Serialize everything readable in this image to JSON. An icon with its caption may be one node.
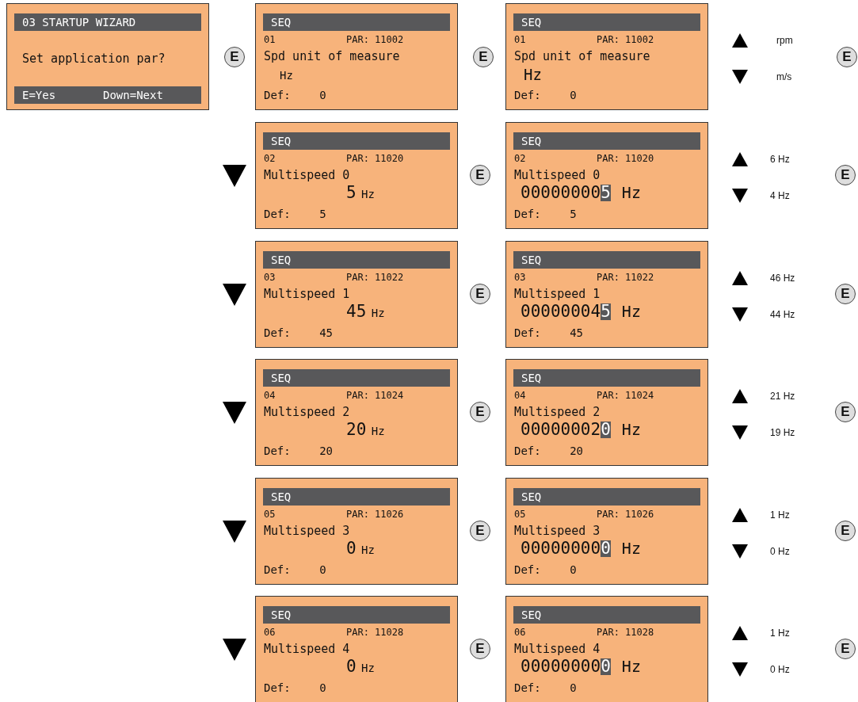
{
  "diagram": {
    "nodes": [
      {
        "text": [
          "03 STARTUP WIZARD",
          "Set application par?",
          "E=Yes",
          "Down=Next"
        ]
      },
      {
        "text": [
          "SEQ",
          "01",
          "PAR: 11002",
          "Spd unit of measure",
          "Hz",
          "Def: 0"
        ]
      },
      {
        "text": [
          "SEQ",
          "01",
          "PAR: 11002",
          "Spd unit of measure",
          "Hz",
          "Def: 0"
        ]
      },
      {
        "text": [
          "SEQ",
          "02",
          "PAR: 11020",
          "Multispeed 0",
          "5 Hz",
          "Def: 5"
        ]
      },
      {
        "text": [
          "SEQ",
          "02",
          "PAR: 11020",
          "Multispeed 0",
          "000000005 Hz",
          "Def: 5"
        ]
      },
      {
        "text": [
          "SEQ",
          "03",
          "PAR: 11022",
          "Multispeed 1",
          "45 Hz",
          "Def: 45"
        ]
      },
      {
        "text": [
          "SEQ",
          "03",
          "PAR: 11022",
          "Multispeed 1",
          "000000045 Hz",
          "Def: 45"
        ]
      },
      {
        "text": [
          "SEQ",
          "04",
          "PAR: 11024",
          "Multispeed 2",
          "20 Hz",
          "Def: 20"
        ]
      },
      {
        "text": [
          "SEQ",
          "04",
          "PAR: 11024",
          "Multispeed 2",
          "000000020 Hz",
          "Def: 20"
        ]
      },
      {
        "text": [
          "SEQ",
          "05",
          "PAR: 11026",
          "Multispeed 3",
          "0 Hz",
          "Def: 0"
        ]
      },
      {
        "text": [
          "SEQ",
          "05",
          "PAR: 11026",
          "Multispeed 3",
          "000000000 Hz",
          "Def: 0"
        ]
      },
      {
        "text": [
          "SEQ",
          "06",
          "PAR: 11028",
          "Multispeed 4",
          "0 Hz",
          "Def: 0"
        ]
      },
      {
        "text": [
          "SEQ",
          "06",
          "PAR: 11028",
          "Multispeed 4",
          "000000000 Hz",
          "Def: 0"
        ]
      }
    ],
    "labels": [
      "E",
      "E",
      "rpm",
      "E",
      "m/s",
      "E",
      "6 Hz",
      "E",
      "4 Hz",
      "E",
      "46 Hz",
      "E",
      "44 Hz",
      "E",
      "21 Hz",
      "E",
      "19 Hz",
      "E",
      "1 Hz",
      "E",
      "0 Hz",
      "E",
      "1 Hz",
      "E",
      "0 Hz"
    ]
  }
}
